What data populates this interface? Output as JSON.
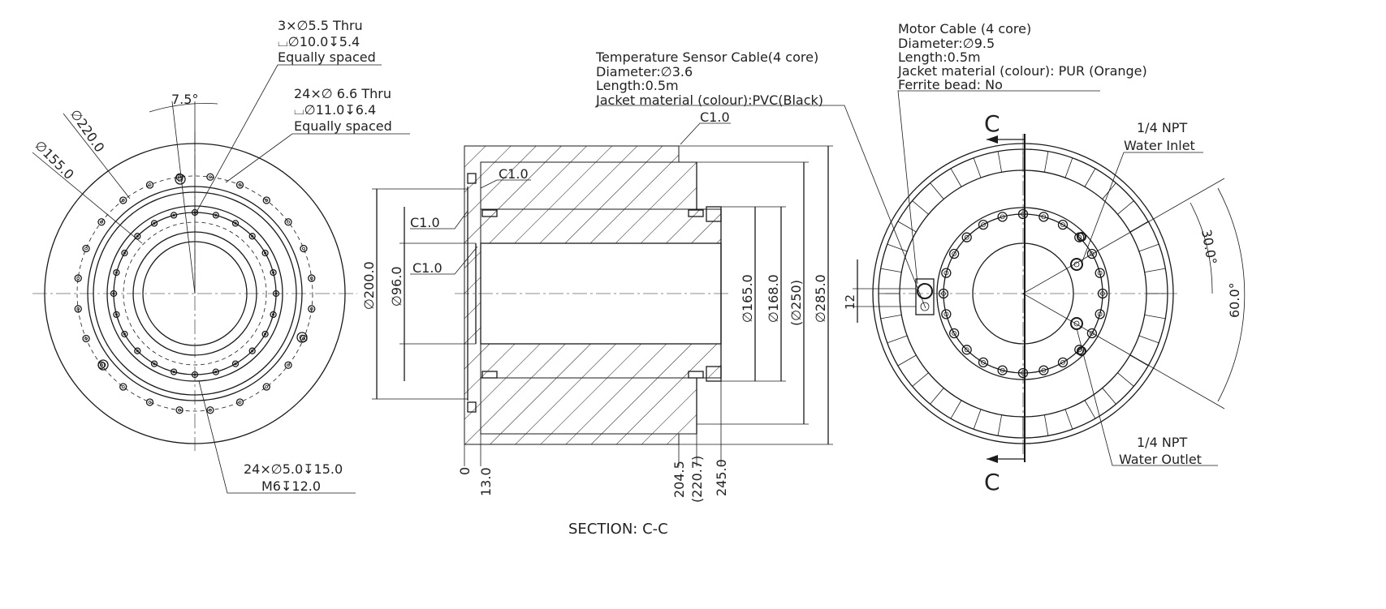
{
  "front_view": {
    "hole_pattern_a": {
      "line1": "3×∅5.5 Thru",
      "line2": "⌴∅10.0↧5.4",
      "line3": "Equally spaced"
    },
    "hole_pattern_b": {
      "line1": "24×∅ 6.6 Thru",
      "line2": "⌴∅11.0↧6.4",
      "line3": "Equally spaced"
    },
    "angle": "7.5°",
    "dia_outer": "∅220.0",
    "dia_bolt": "∅155.0",
    "tapped_holes": {
      "line1": "24×∅5.0↧15.0",
      "line2": "M6↧12.0"
    }
  },
  "section_view": {
    "temp_cable": {
      "line1": "Temperature Sensor Cable(4 core)",
      "line2": "Diameter:∅3.6",
      "line3": "Length:0.5m",
      "line4": "Jacket material (colour):PVC(Black)"
    },
    "chamfers": [
      "C1.0",
      "C1.0",
      "C1.0",
      "C1.0"
    ],
    "dims_left": [
      "∅200.0",
      "∅96.0"
    ],
    "dims_right": [
      "∅165.0",
      "∅168.0",
      "(∅250)",
      "∅285.0"
    ],
    "dims_bottom": [
      "0",
      "13.0",
      "204.5",
      "(220.7)",
      "245.0"
    ],
    "caption": "SECTION: C-C"
  },
  "rear_view": {
    "motor_cable": {
      "line1": "Motor Cable (4 core)",
      "line2": "Diameter:∅9.5",
      "line3": "Length:0.5m",
      "line4": "Jacket material (colour): PUR (Orange)",
      "line5": "Ferrite bead: No"
    },
    "section_marker": "C",
    "inlet": {
      "line1": "1/4 NPT",
      "line2": "Water Inlet"
    },
    "outlet": {
      "line1": "1/4 NPT",
      "line2": "Water Outlet"
    },
    "angle_small": "30.0°",
    "angle_large": "60.0°",
    "offset": "12"
  }
}
